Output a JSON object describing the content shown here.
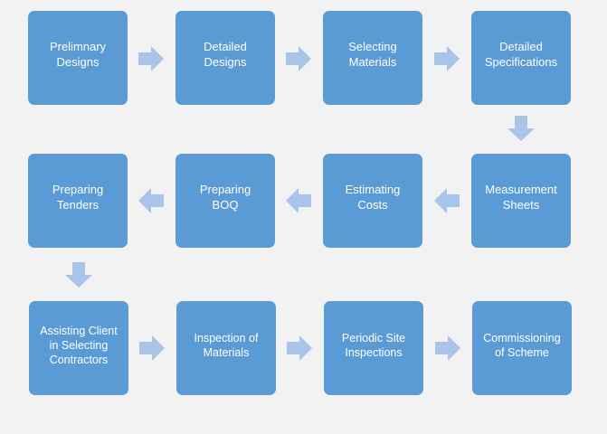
{
  "diagram": {
    "colors": {
      "box_fill": "#5b9bd5",
      "box_text": "#ffffff",
      "arrow_fill": "#a9c4ea",
      "background": "#f2f2f2"
    },
    "steps": [
      {
        "label": "Prelimnary\nDesigns"
      },
      {
        "label": "Detailed\nDesigns"
      },
      {
        "label": "Selecting\nMaterials"
      },
      {
        "label": "Detailed\nSpecifications"
      },
      {
        "label": "Measurement\nSheets"
      },
      {
        "label": "Estimating\nCosts"
      },
      {
        "label": "Preparing\nBOQ"
      },
      {
        "label": "Preparing\nTenders"
      },
      {
        "label": "Assisting Client\nin Selecting\nContractors"
      },
      {
        "label": "Inspection of\nMaterials"
      },
      {
        "label": "Periodic Site\nInspections"
      },
      {
        "label": "Commissioning\nof Scheme"
      }
    ]
  }
}
